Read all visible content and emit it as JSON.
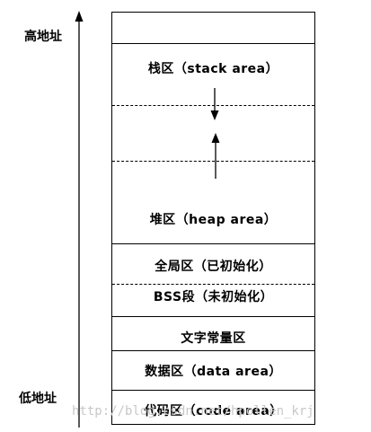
{
  "axis": {
    "high_label": "高地址",
    "low_label": "低地址"
  },
  "memory_layout": {
    "stack": "栈区（stack area）",
    "heap": "堆区（heap area）",
    "data_initialized": "全局区（已初始化）",
    "bss": "BSS段（未初始化）",
    "constants": "文字常量区",
    "data": "数据区（data area）",
    "code": "代码区（code area）"
  },
  "watermark": "http://blog.csdn.net/hpollen_krj"
}
